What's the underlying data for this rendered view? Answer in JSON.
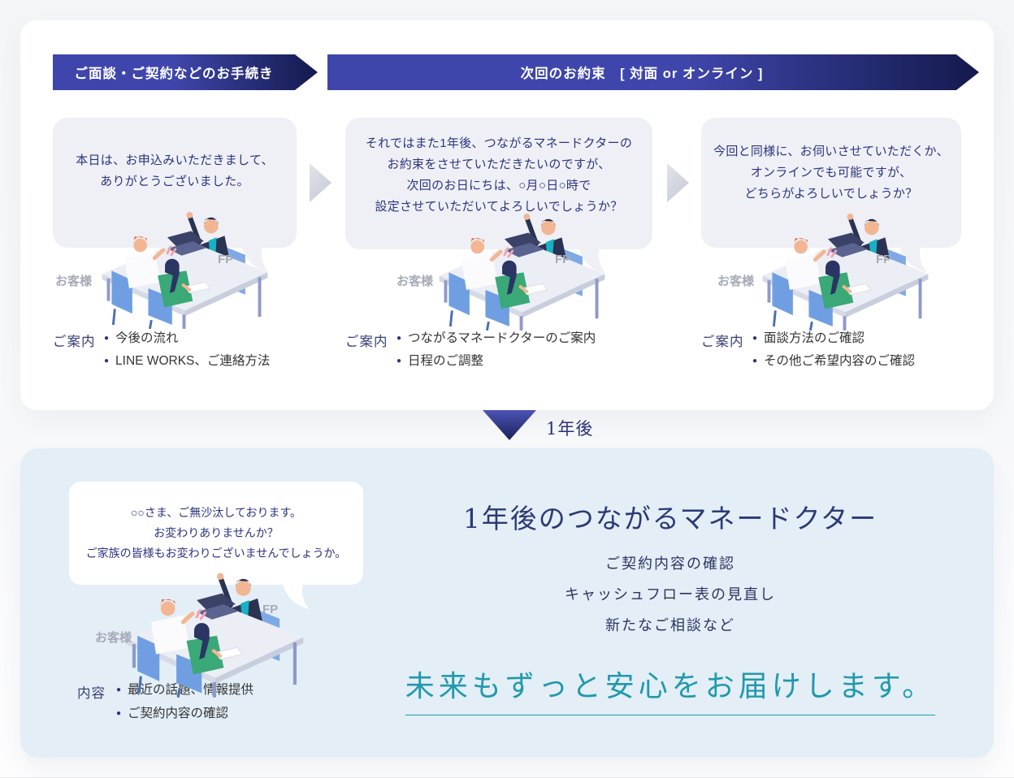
{
  "header": {
    "step1": "ご面談・ご契約などのお手続き",
    "step2": "次回のお約束　[ 対面 or オンライン ]"
  },
  "labels": {
    "customer": "お客様",
    "fp": "FP"
  },
  "columns": [
    {
      "bubble_lines": [
        "本日は、お申込みいただきまして、",
        "ありがとうございました。"
      ],
      "guide_label": "ご案内",
      "items": [
        "今後の流れ",
        "LINE WORKS、ご連絡方法"
      ]
    },
    {
      "bubble_lines": [
        "それではまた1年後、つながるマネードクターの",
        "お約束をさせていただきたいのですが、",
        "次回のお日にちは、○月○日○時で",
        "設定させていただいてよろしいでしょうか？"
      ],
      "guide_label": "ご案内",
      "items": [
        "つながるマネードクターのご案内",
        "日程のご調整"
      ]
    },
    {
      "bubble_lines": [
        "今回と同様に、お伺いさせていただくか、",
        "オンラインでも可能ですが、",
        "どちらがよろしいでしょうか？"
      ],
      "guide_label": "ご案内",
      "items": [
        "面談方法のご確認",
        "その他ご希望内容のご確認"
      ]
    }
  ],
  "transition": {
    "label": "1年後"
  },
  "future": {
    "bubble_lines": [
      "○○さま、ご無沙汰しております。",
      "お変わりありませんか？",
      "ご家族の皆様もお変わりございませんでしょうか。"
    ],
    "content_label": "内容",
    "items": [
      "最近の話題、情報提供",
      "ご契約内容の確認"
    ],
    "title": "1年後のつながるマネードクター",
    "points": [
      "ご契約内容の確認",
      "キャッシュフロー表の見直し",
      "新たなご相談など"
    ],
    "tagline": "未来もずっと安心をお届けします。"
  },
  "colors": {
    "accent_indigo": "#3f46ab",
    "accent_navy": "#141a4d",
    "bubble_text_navy": "#2b3480",
    "serif_navy": "#2b3a75",
    "teal": "#2299ac",
    "card_blue": "#e3eef7",
    "bubble_gray": "#eff0f5"
  }
}
